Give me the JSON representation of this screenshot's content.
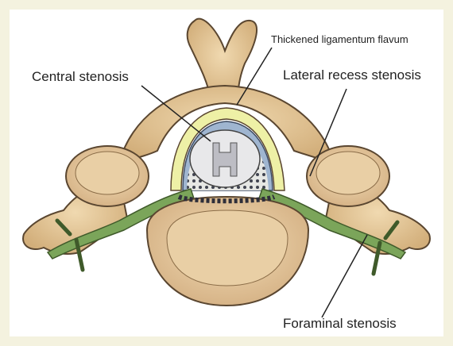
{
  "labels": {
    "central": "Central stenosis",
    "ligament": "Thickened ligamentum flavum",
    "lateral": "Lateral recess stenosis",
    "foraminal": "Foraminal stenosis"
  },
  "colors": {
    "background": "#f4f2df",
    "bone": "#e6c99c",
    "bone_shadow": "#c9a673",
    "outline": "#5a4630",
    "nerve": "#7ba55a",
    "ligament": "#eef0a6",
    "cord": "#e8e8ea",
    "dura": "#9fb5d0"
  }
}
